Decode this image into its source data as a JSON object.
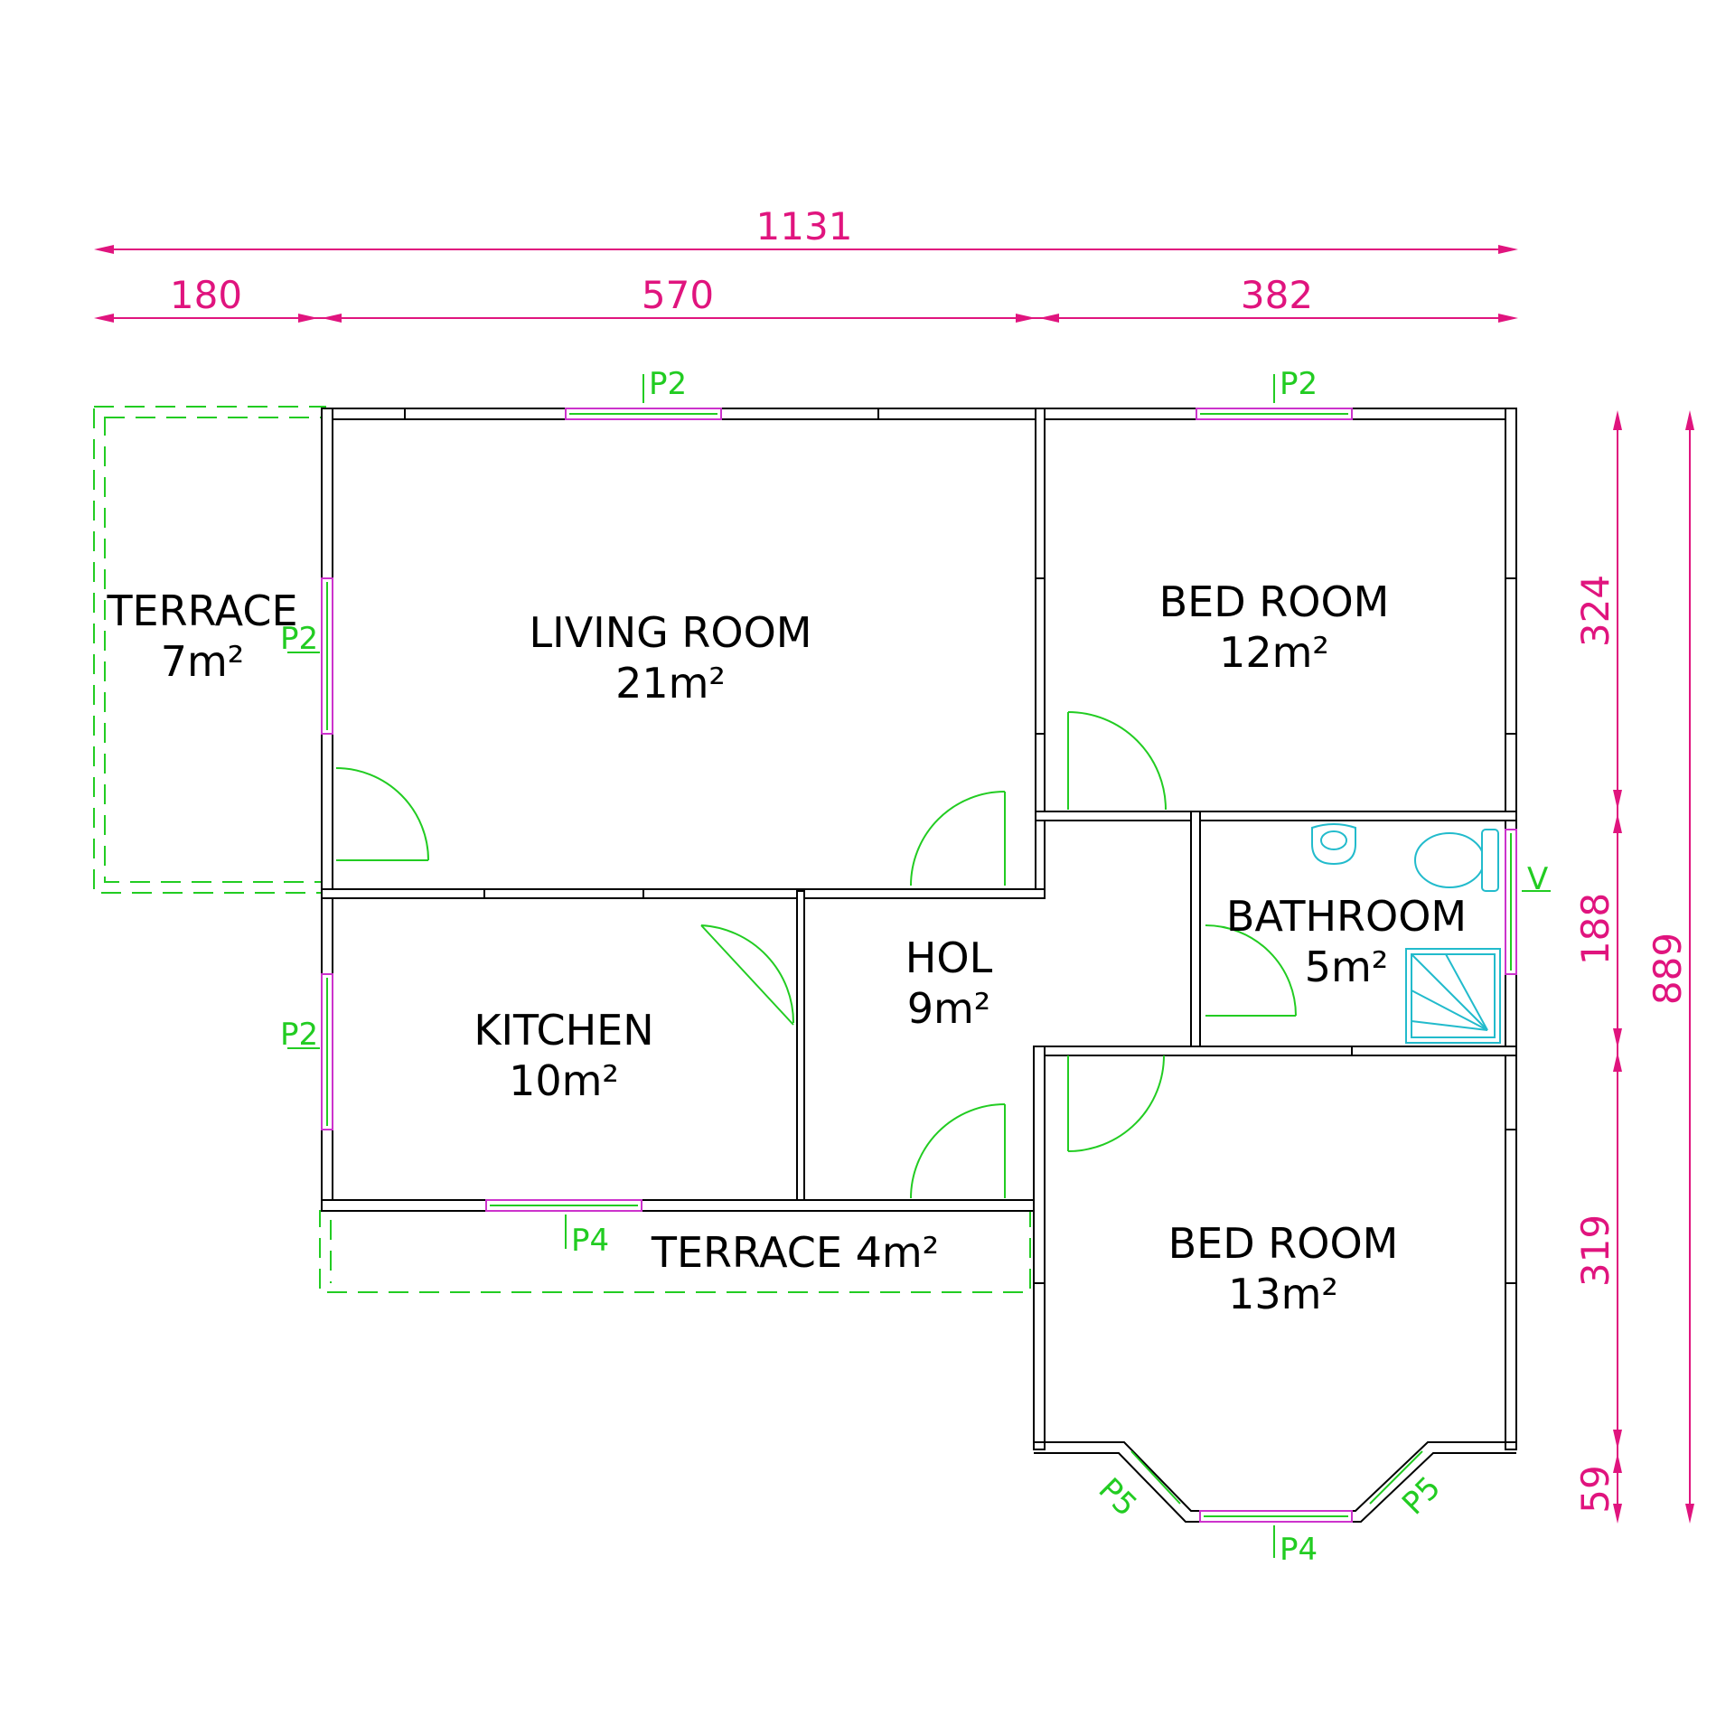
{
  "dimensions": {
    "total_width": "1131",
    "seg_1": "180",
    "seg_2": "570",
    "seg_3": "382",
    "right_1": "324",
    "right_2": "188",
    "right_3": "319",
    "right_4": "59",
    "total_height": "889"
  },
  "rooms": {
    "terrace_west": {
      "name": "TERRACE",
      "area": "7m²"
    },
    "living": {
      "name": "LIVING ROOM",
      "area": "21m²"
    },
    "bed_north": {
      "name": "BED ROOM",
      "area": "12m²"
    },
    "bathroom": {
      "name": "BATHROOM",
      "area": "5m²"
    },
    "hol": {
      "name": "HOL",
      "area": "9m²"
    },
    "kitchen": {
      "name": "KITCHEN",
      "area": "10m²"
    },
    "terrace_south": {
      "name": "TERRACE 4m²"
    },
    "bed_south": {
      "name": "BED ROOM",
      "area": "13m²"
    }
  },
  "window_tags": {
    "living_top": "P2",
    "bed_top": "P2",
    "living_west": "P2",
    "kitchen_west": "P2",
    "kitchen_south": "P4",
    "bay_south": "P4",
    "bay_left": "P5",
    "bay_right": "P5",
    "bath_vent": "V"
  },
  "colors": {
    "dimension": "#e0147e",
    "door_and_tag": "#22cc22",
    "window_frame": "#cc33cc",
    "fixture": "#22bbcc",
    "wall": "#000000"
  }
}
